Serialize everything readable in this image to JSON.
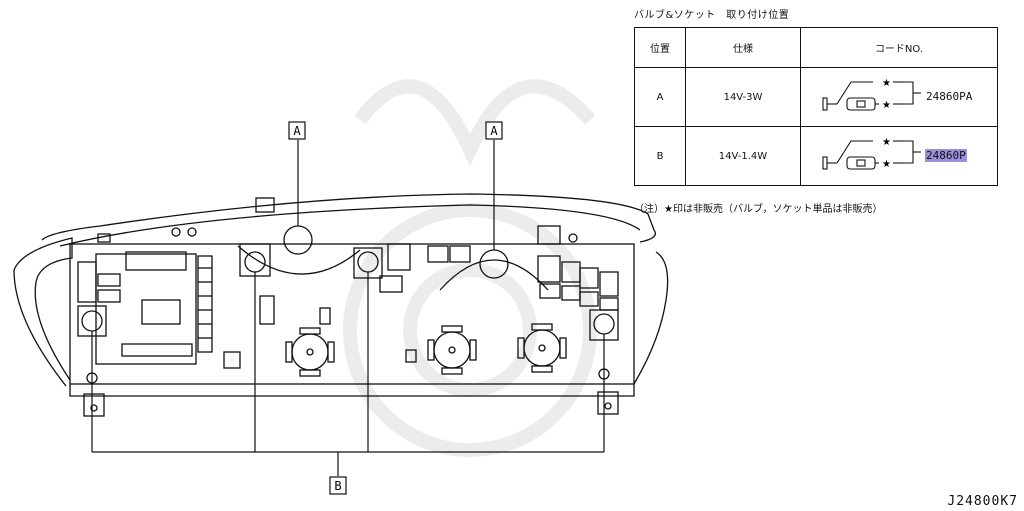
{
  "table": {
    "title": "バルブ&ソケット　取り付け位置",
    "headers": [
      "位置",
      "仕様",
      "コードNO."
    ],
    "rows": [
      {
        "position": "A",
        "spec": "14V-3W",
        "code": "24860PA",
        "highlight": false
      },
      {
        "position": "B",
        "spec": "14V-1.4W",
        "code": "24860P",
        "highlight": true
      }
    ],
    "star": "★"
  },
  "note": "（注）★印は非販売（バルブ，ソケット単品は非販売）",
  "labels": {
    "a1": "A",
    "a2": "A",
    "b": "B"
  },
  "footer": "J24800K7",
  "colors": {
    "line": "#111111",
    "highlight": "#9b8fd9",
    "watermark": "#ececec"
  }
}
